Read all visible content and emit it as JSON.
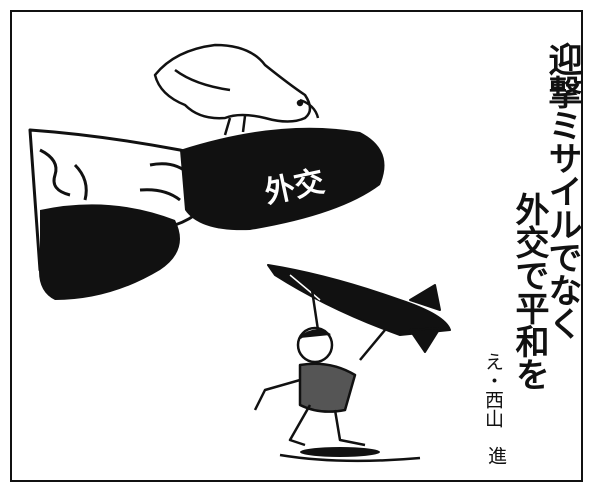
{
  "headline": {
    "line1": "迎撃ミサイルでなく",
    "line2": "外交で平和を"
  },
  "megaphone_text": "外交",
  "credit": {
    "label": "え・西山",
    "author": "進"
  },
  "colors": {
    "ink": "#111111",
    "paper": "#ffffff"
  }
}
